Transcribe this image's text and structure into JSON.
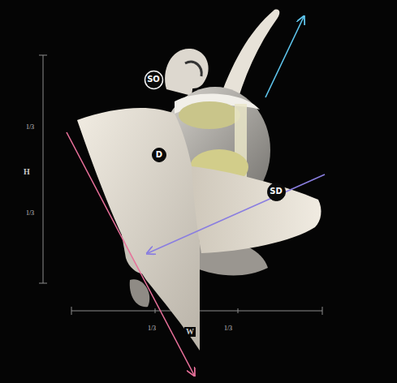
{
  "diagram": {
    "nodes": [
      {
        "text": [
          "SO"
        ]
      },
      {
        "text": [
          "D"
        ]
      },
      {
        "text": [
          "SD"
        ]
      }
    ],
    "labels": [
      "1/3",
      "H",
      "1/3",
      "1/3",
      "W",
      "1/3"
    ]
  }
}
